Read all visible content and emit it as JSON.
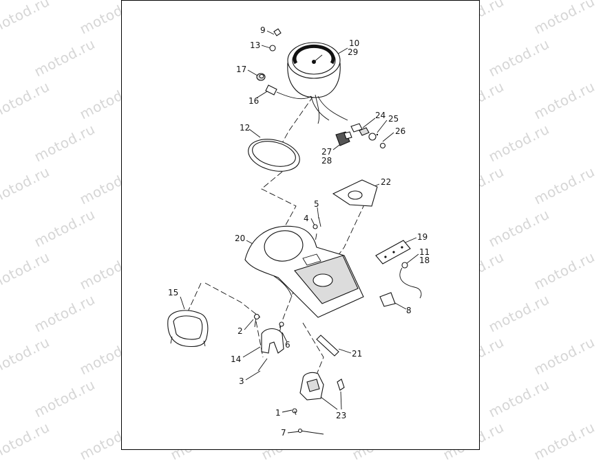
{
  "watermark": {
    "text": "motod.ru"
  },
  "callouts": [
    {
      "id": "c1",
      "label": "1"
    },
    {
      "id": "c2",
      "label": "2"
    },
    {
      "id": "c3",
      "label": "3"
    },
    {
      "id": "c4",
      "label": "4"
    },
    {
      "id": "c5",
      "label": "5"
    },
    {
      "id": "c6",
      "label": "6"
    },
    {
      "id": "c7",
      "label": "7"
    },
    {
      "id": "c8",
      "label": "8"
    },
    {
      "id": "c9",
      "label": "9"
    },
    {
      "id": "c10",
      "label": "10"
    },
    {
      "id": "c29",
      "label": "29"
    },
    {
      "id": "c11",
      "label": "11"
    },
    {
      "id": "c18",
      "label": "18"
    },
    {
      "id": "c12",
      "label": "12"
    },
    {
      "id": "c13",
      "label": "13"
    },
    {
      "id": "c14",
      "label": "14"
    },
    {
      "id": "c15",
      "label": "15"
    },
    {
      "id": "c16",
      "label": "16"
    },
    {
      "id": "c17",
      "label": "17"
    },
    {
      "id": "c19",
      "label": "19"
    },
    {
      "id": "c20",
      "label": "20"
    },
    {
      "id": "c21",
      "label": "21"
    },
    {
      "id": "c22",
      "label": "22"
    },
    {
      "id": "c23",
      "label": "23"
    },
    {
      "id": "c24",
      "label": "24"
    },
    {
      "id": "c25",
      "label": "25"
    },
    {
      "id": "c26",
      "label": "26"
    },
    {
      "id": "c27",
      "label": "27"
    },
    {
      "id": "c28",
      "label": "28"
    }
  ]
}
